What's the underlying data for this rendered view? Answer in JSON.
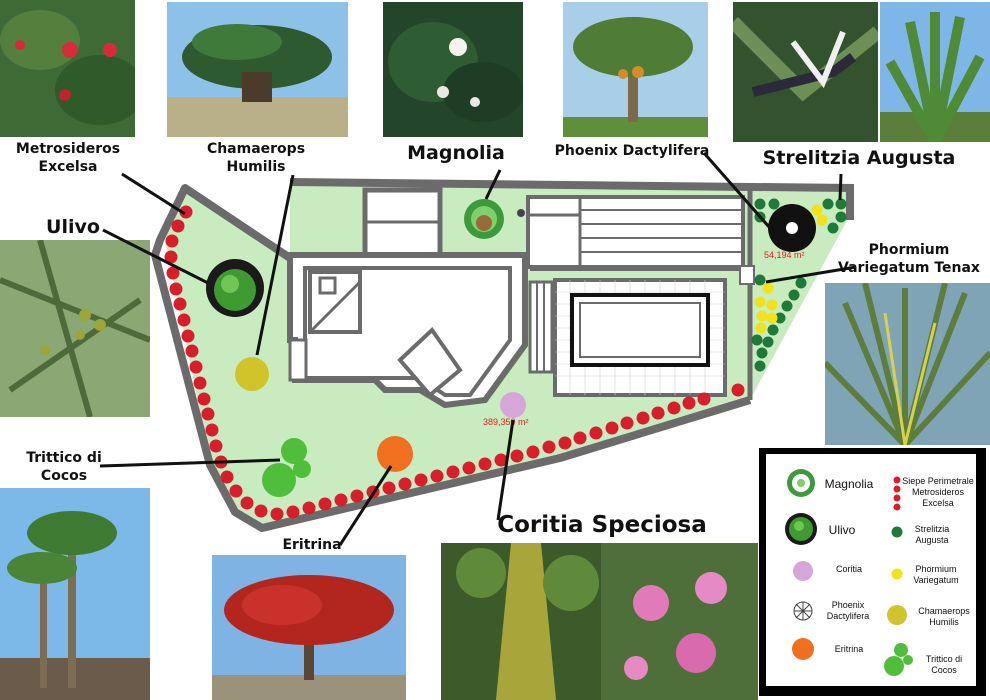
{
  "plants": {
    "metrosideros": "Metrosideros\nExcelsa",
    "chamaerops": "Chamaerops\nHumilis",
    "magnolia": "Magnolia",
    "phoenix": "Phoenix Dactylifera",
    "strelitzia": "Strelitzia Augusta",
    "ulivo": "Ulivo",
    "phormium": "Phormium\nVariegatum Tenax",
    "trittico": "Trittico di\nCocos",
    "eritrina": "Eritrina",
    "coritia": "Coritia Speciosa"
  },
  "areas": {
    "small": "54,194 m²",
    "large": "389,350 m²"
  },
  "legend": {
    "magnolia": "Magnolia",
    "ulivo": "Ulivo",
    "coritia": "Coritia",
    "phoenix": "Phoenix\nDactylifera",
    "eritrina": "Eritrina",
    "siepe": "Siepe Perimetrale\nMetrosideros\nExcelsa",
    "strelitzia": "Strelitzia\nAugusta",
    "phormium": "Phormium\nVariegatum",
    "chamaerops": "Chamaerops\nHumilis",
    "trittico": "Trittico di\nCocos"
  },
  "colors": {
    "lawn": "#c8ecc0",
    "wall": "#6b6b6b",
    "hedge": "#d81e2a",
    "strelitzia": "#1f7a3a",
    "phormium": "#f2e21a",
    "coritia": "#d6a6d8",
    "chamaerops": "#d1c42a",
    "trittico": "#4fbf3b",
    "eritrina": "#f07020"
  }
}
